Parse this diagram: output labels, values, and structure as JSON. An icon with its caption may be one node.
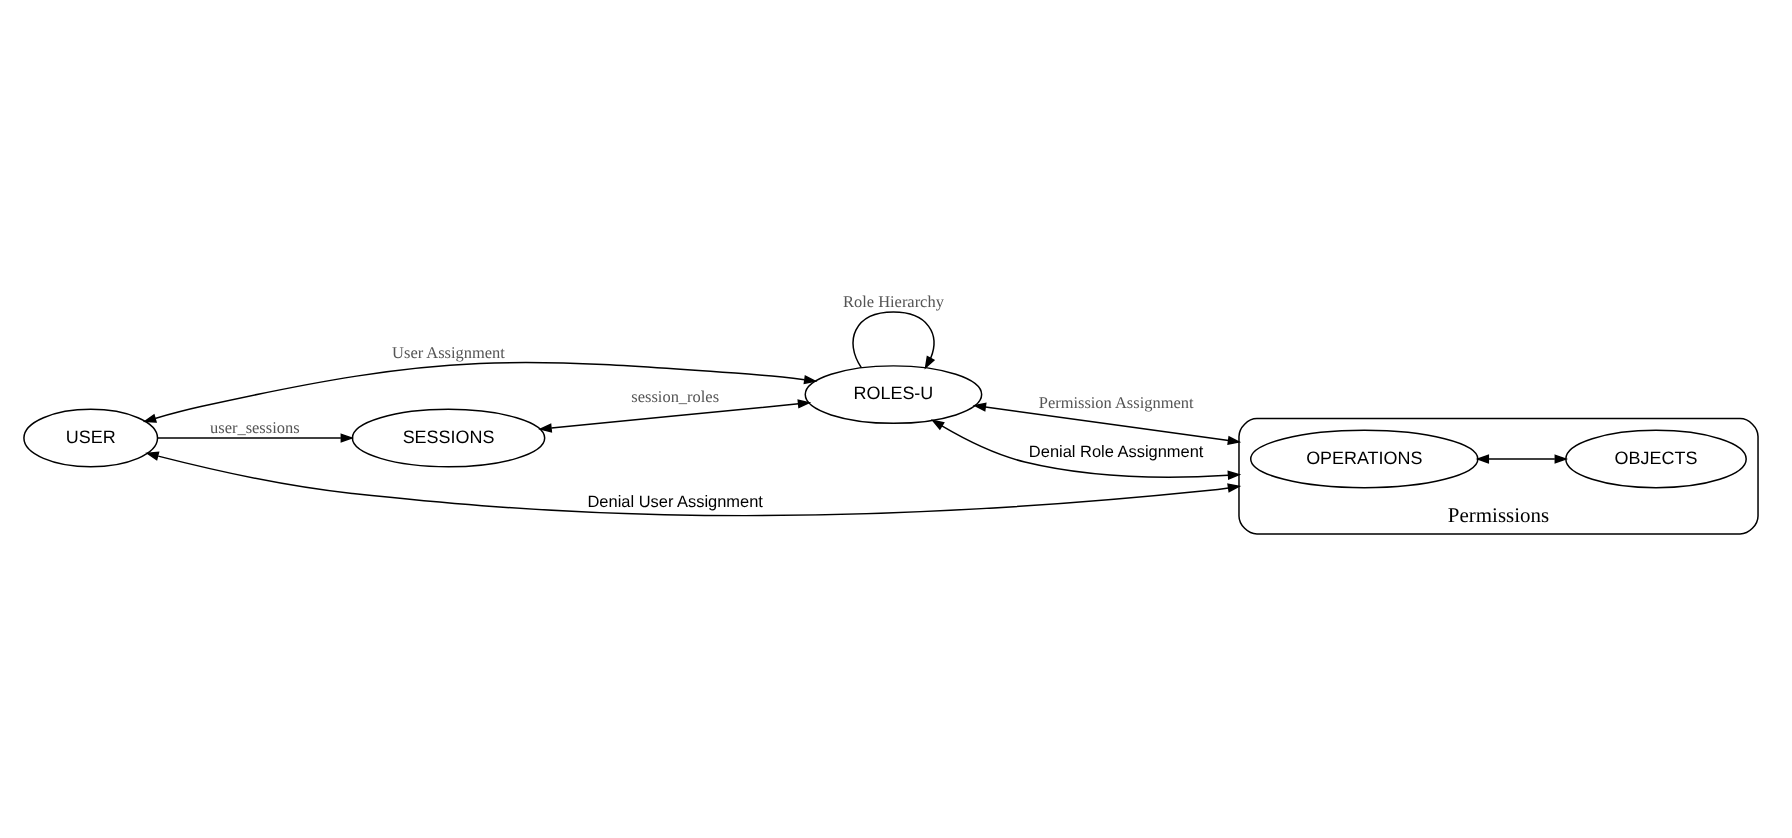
{
  "diagram": {
    "nodes": [
      {
        "text": [
          "USER"
        ]
      },
      {
        "text": [
          "ROLES-U"
        ]
      },
      {
        "text": [
          "SESSIONS"
        ]
      },
      {
        "text": [
          "Permissions"
        ]
      },
      {
        "text": [
          "OPERATIONS"
        ],
        "in": 3
      },
      {
        "text": [
          "OBJECTS"
        ],
        "in": 3
      }
    ],
    "edges": [
      {
        "from": 0,
        "to": 3,
        "arrow": "both",
        "label": "Denial User Assignment"
      },
      {
        "from": 1,
        "to": 1,
        "arrow": "to",
        "label": "Role Hierarchy"
      },
      {
        "from": 0,
        "to": 1,
        "arrow": "both",
        "label": "User Assignment"
      },
      {
        "from": 1,
        "to": 3,
        "arrow": "both",
        "label": "Permission Assignment"
      },
      {
        "from": 4,
        "to": 5,
        "arrow": "both"
      },
      {
        "from": 0,
        "to": 2,
        "arrow": "to",
        "label": "user_sessions"
      },
      {
        "from": 2,
        "to": 1,
        "arrow": "both",
        "label": "session_roles"
      },
      {
        "from": 1,
        "to": 3,
        "arrow": "both",
        "label": "Denial Role Assignment"
      }
    ]
  }
}
